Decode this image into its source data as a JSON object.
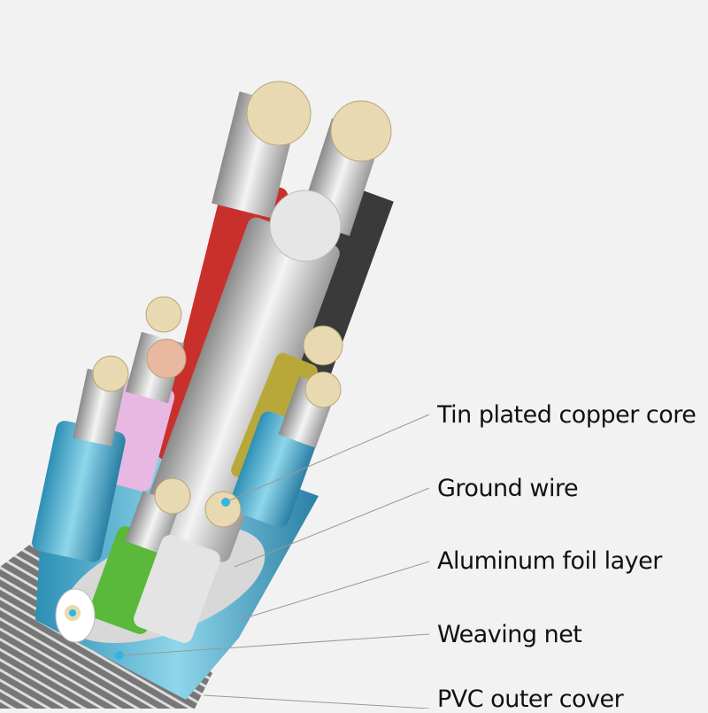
{
  "labels": [
    "Tin plated copper core",
    "Ground wire",
    "Aluminum foil layer",
    "Weaving net",
    "PVC outer cover"
  ],
  "colors": {
    "background": "#f2f2f2",
    "red_wire": "#c9302c",
    "white_wire": "#e4e4e4",
    "black_wire": "#3a3a3a",
    "blue_foil": "#5cb8d6",
    "pink_wire": "#e7b8e3",
    "green_wire": "#5ab83a",
    "yellow_wire": "#b8a83a",
    "marker_dot": "#2ab8e6",
    "copper_strand": "#e8d9b0"
  }
}
